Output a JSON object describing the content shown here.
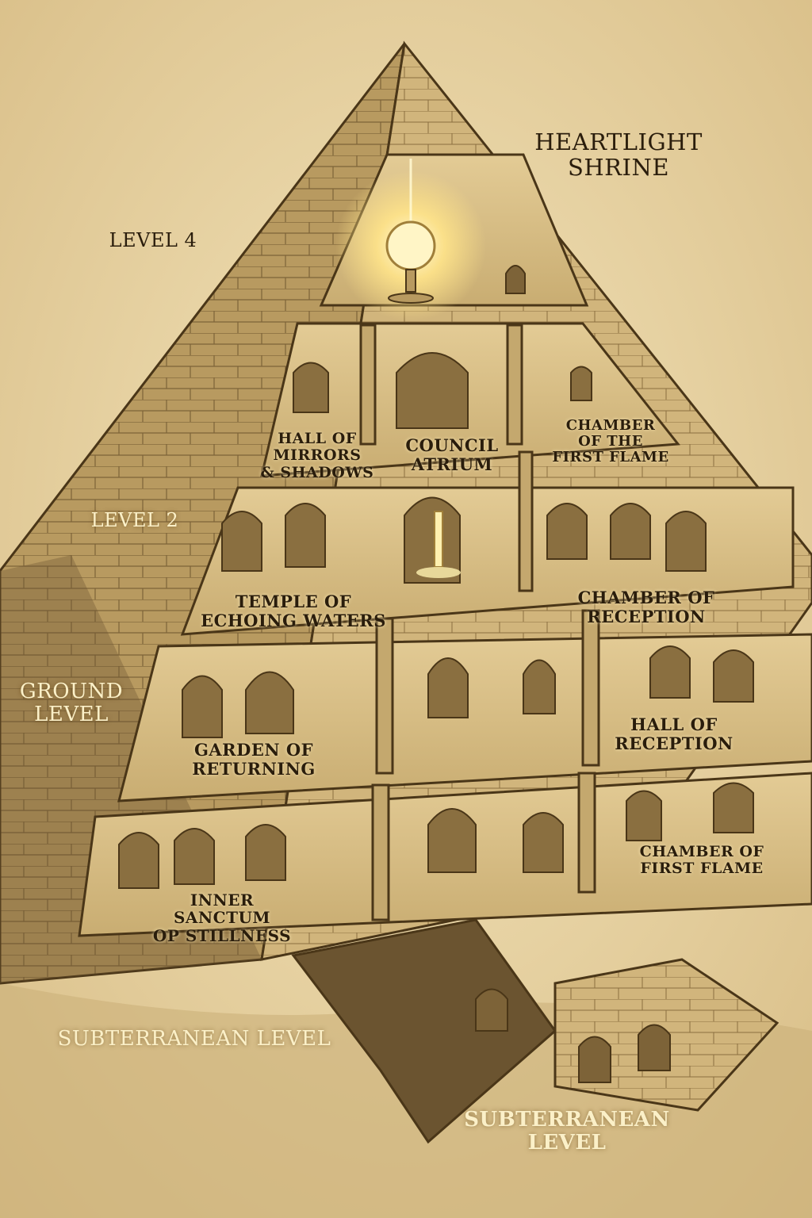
{
  "labels": {
    "shrine": "HEARTLIGHT\nSHRINE",
    "level4": "LEVEL 4",
    "level2": "LEVEL 2",
    "ground": "GROUND\nLEVEL",
    "sub_left": "SUBTERRANEAN LEVEL",
    "sub_bottom": "SUBTERRANEAN\nLEVEL"
  },
  "rooms": {
    "hall_mirrors": "HALL OF\nMIRRORS\n& SHADOWS",
    "council_atrium": "COUNCIL\nATRIUM",
    "chamber_first_flame_upper": "CHAMBER\nOF THE\nFIRST FLAME",
    "temple_echoing": "TEMPLE OF\nECHOING WATERS",
    "chamber_reception": "CHAMBER OF\nRECEPTION",
    "garden_returning": "GARDEN OF\nRETURNING",
    "hall_reception": "HALL OF\nRECEPTION",
    "inner_sanctum": "INNER\nSANCTUM\nOP STILLNESS",
    "chamber_first_flame_lower": "CHAMBER OF\nFIRST FLAME"
  },
  "colors": {
    "parchment": "#e9d6a8",
    "stone_light": "#d9c08a",
    "stone_mid": "#b89a60",
    "stone_dark": "#7d6338",
    "outline": "#4a3618",
    "glow": "#fff3b0"
  }
}
